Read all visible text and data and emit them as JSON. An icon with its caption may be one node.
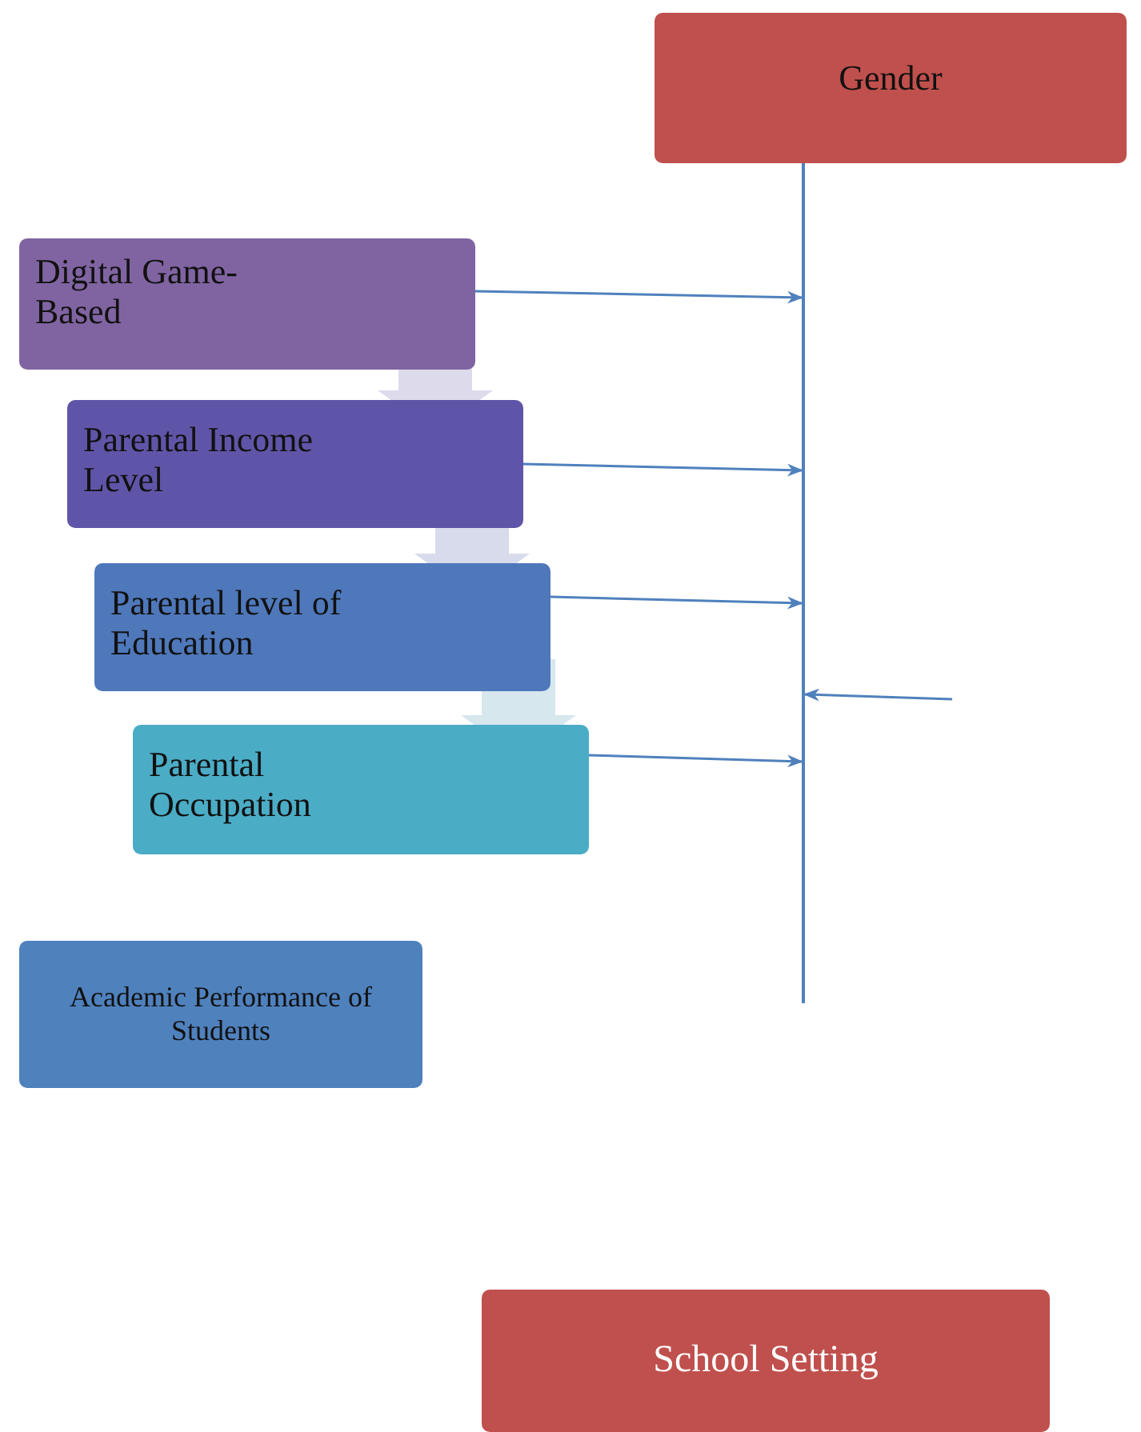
{
  "diagram": {
    "nodes": [
      {
        "text": [
          "Gender"
        ]
      },
      {
        "text": [
          "Digital Game-Based"
        ]
      },
      {
        "text": [
          "Parental Income Level"
        ]
      },
      {
        "text": [
          "Parental level of Education"
        ]
      },
      {
        "text": [
          "Parental Occupation"
        ]
      },
      {
        "text": [
          "Academic Performance of Students"
        ]
      },
      {
        "text": [
          "School Setting"
        ]
      },
      {
        "text": [],
        "shape": "line"
      }
    ],
    "edges": [
      {
        "from": 1,
        "to": 7,
        "arrow": "to"
      },
      {
        "from": 2,
        "to": 7,
        "arrow": "to"
      },
      {
        "from": 3,
        "to": 7,
        "arrow": "to"
      },
      {
        "from": 4,
        "to": 7,
        "arrow": "to"
      },
      {
        "from": null,
        "to": 7,
        "arrow": "to"
      },
      {
        "from": 1,
        "to": 2,
        "arrow": "to",
        "style": "thick",
        "color": "#d9d6ea"
      },
      {
        "from": 2,
        "to": 3,
        "arrow": "to",
        "style": "thick",
        "color": "#d4d7ea"
      },
      {
        "from": 3,
        "to": 4,
        "arrow": "to",
        "style": "thick",
        "color": "#d2e4ec"
      }
    ]
  }
}
